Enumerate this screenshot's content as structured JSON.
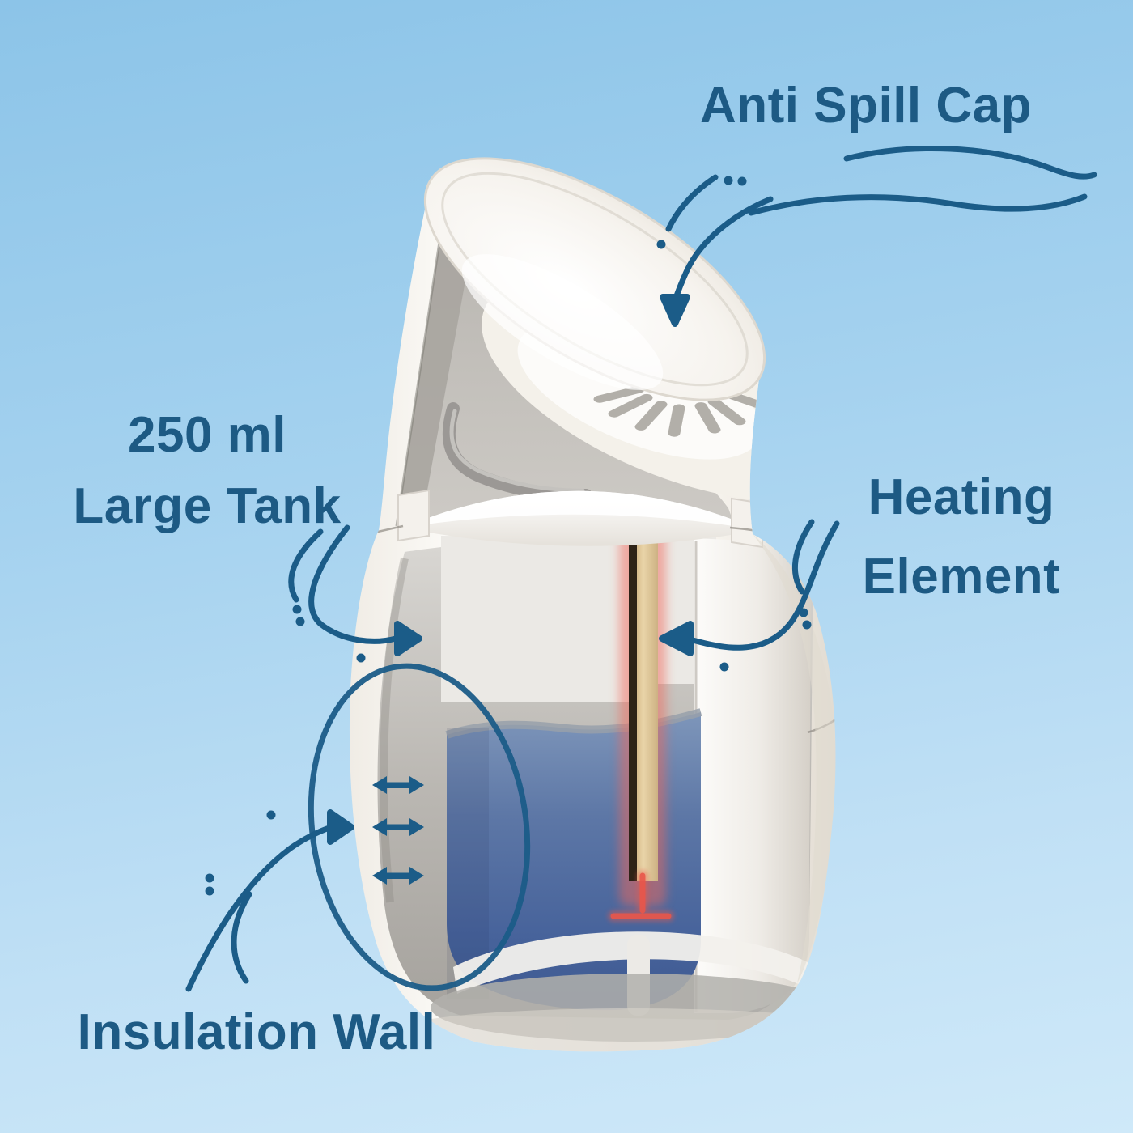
{
  "title": "Facial Steamer Cutaway Infographic",
  "labels": {
    "anti_spill_cap": "Anti Spill Cap",
    "tank": {
      "line1": "250 ml",
      "line2": "Large Tank"
    },
    "heating": {
      "line1": "Heating",
      "line2": "Element"
    },
    "insulation_wall": "Insulation Wall"
  },
  "device": {
    "name": "facial steamer cutaway view"
  },
  "colors": {
    "background_top": "#8cc4e8",
    "background_bottom": "#cfe9f9",
    "label_text": "#1d5a84",
    "arrow_accent": "#1b5c88",
    "device_shell": "#f5f2ec",
    "interior_gray": "#b3b0ab",
    "water_blue": "#4a669c",
    "heater_rod_tan": "#d9c193",
    "heater_glow_red": "#ef6a5c"
  },
  "annotations": [
    {
      "label": "Anti Spill Cap",
      "points_to": "cap opening"
    },
    {
      "label": "250 ml Large Tank",
      "points_to": "water tank wall"
    },
    {
      "label": "Heating Element",
      "points_to": "heating rod"
    },
    {
      "label": "Insulation Wall",
      "points_to": "gap between shell and tank"
    }
  ]
}
